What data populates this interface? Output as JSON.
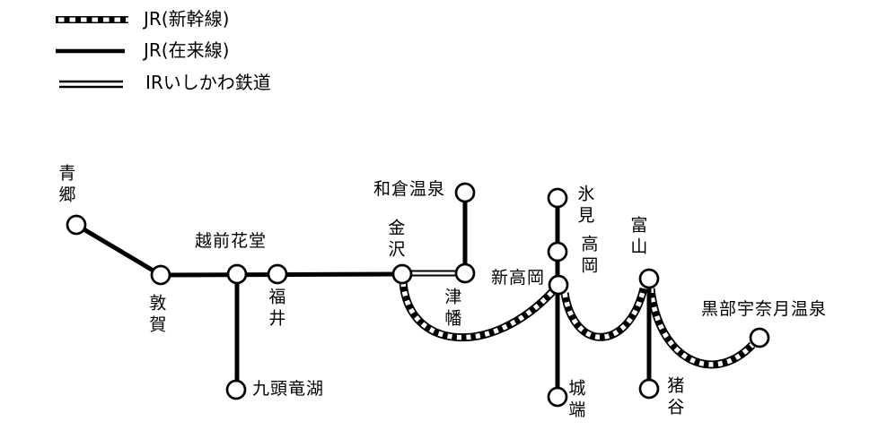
{
  "diagram_type": "railway-route-map",
  "colors": {
    "background": "#ffffff",
    "line": "#000000",
    "station_fill": "#ffffff"
  },
  "legend": {
    "items": [
      {
        "label": "JR(新幹線)",
        "style": "shinkansen-crosstie-dashed"
      },
      {
        "label": "JR(在来線)",
        "style": "solid"
      },
      {
        "label": "IRいしかわ鉄道",
        "style": "double"
      }
    ]
  },
  "stations": [
    {
      "name": "青郷"
    },
    {
      "name": "敦賀"
    },
    {
      "name": "越前花堂"
    },
    {
      "name": "福井"
    },
    {
      "name": "九頭竜湖"
    },
    {
      "name": "金沢"
    },
    {
      "name": "和倉温泉"
    },
    {
      "name": "津幡"
    },
    {
      "name": "新高岡"
    },
    {
      "name": "氷見"
    },
    {
      "name": "高岡"
    },
    {
      "name": "城端"
    },
    {
      "name": "富山"
    },
    {
      "name": "猪谷"
    },
    {
      "name": "黒部宇奈月温泉"
    }
  ],
  "lines": [
    {
      "name": "JR(新幹線)",
      "style": "shinkansen-crosstie-dashed",
      "routes": [
        [
          "金沢",
          "新高岡",
          "富山",
          "黒部宇奈月温泉"
        ]
      ]
    },
    {
      "name": "JR(在来線)",
      "style": "solid",
      "routes": [
        [
          "青郷",
          "敦賀",
          "越前花堂",
          "福井",
          "金沢"
        ],
        [
          "越前花堂",
          "九頭竜湖"
        ],
        [
          "津幡",
          "和倉温泉"
        ],
        [
          "氷見",
          "高岡",
          "新高岡",
          "城端"
        ],
        [
          "富山",
          "猪谷"
        ]
      ]
    },
    {
      "name": "IRいしかわ鉄道",
      "style": "double",
      "routes": [
        [
          "金沢",
          "津幡"
        ]
      ]
    }
  ]
}
